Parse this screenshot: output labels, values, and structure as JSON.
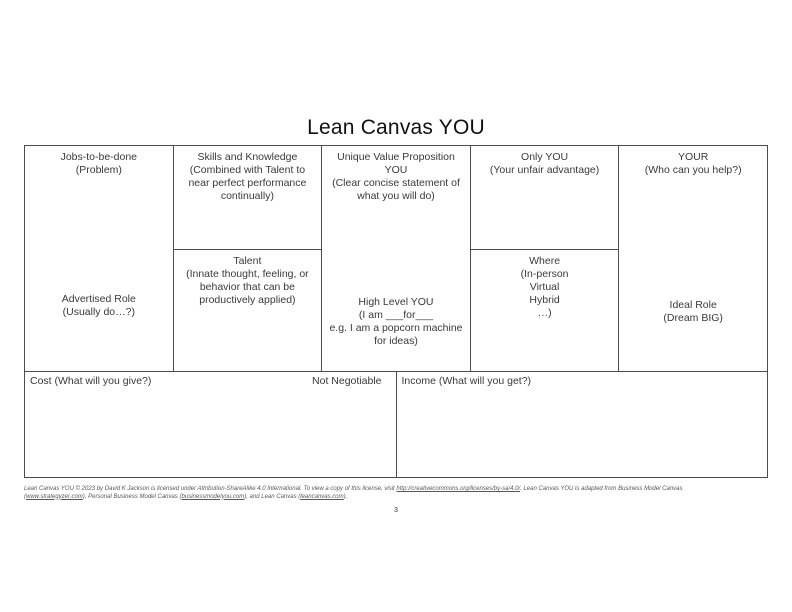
{
  "title": "Lean Canvas YOU",
  "canvas": {
    "jobs": {
      "label": "Jobs-to-be-done\n(Problem)"
    },
    "advertised_role": {
      "label": "Advertised Role\n(Usually do…?)"
    },
    "skills": {
      "label": "Skills and Knowledge\n(Combined with Talent to\nnear perfect performance\ncontinually)"
    },
    "talent": {
      "label": "Talent\n(Innate thought, feeling, or\nbehavior that can be\nproductively applied)"
    },
    "uvp": {
      "label": "Unique Value Proposition YOU\n(Clear concise statement of\nwhat you will do)"
    },
    "high_level": {
      "label": "High Level YOU\n(I am ___for___\ne.g. I am a popcorn machine\nfor ideas)"
    },
    "only_you": {
      "label": "Only YOU\n(Your unfair advantage)"
    },
    "where": {
      "label": "Where\n(In-person\nVirtual\nHybrid\n…)"
    },
    "your": {
      "label": "YOUR\n(Who can you help?)"
    },
    "ideal_role": {
      "label": "Ideal Role\n(Dream BIG)"
    },
    "cost": {
      "label": "Cost (What will you give?)"
    },
    "not_negotiable": {
      "label": "Not Negotiable"
    },
    "income": {
      "label": "Income (What will you get?)"
    }
  },
  "footer": {
    "line1": [
      {
        "text": "Lean Canvas YOU © 2023 by David K Jackson is licensed under Attribution-ShareAlike 4.0 International. To view a copy of this license, visit "
      },
      {
        "text": "http://creativecommons.org/licenses/by-sa/4.0/",
        "link": true
      },
      {
        "text": ".  Lean Canvas YOU is adapted from Business Model Canvas "
      }
    ],
    "line2": [
      {
        "text": "("
      },
      {
        "text": "www.strategyzer.com",
        "link": true
      },
      {
        "text": "), Personal Business Model Canvas ("
      },
      {
        "text": "businessmodelyou.com",
        "link": true
      },
      {
        "text": "), and Lean Canvas ("
      },
      {
        "text": "leancanvas.com",
        "link": true
      },
      {
        "text": ")."
      }
    ]
  },
  "page_number": "3",
  "colors": {
    "border": "#4d4d4d",
    "text": "#3a3a3a",
    "footer_text": "#58585a"
  }
}
